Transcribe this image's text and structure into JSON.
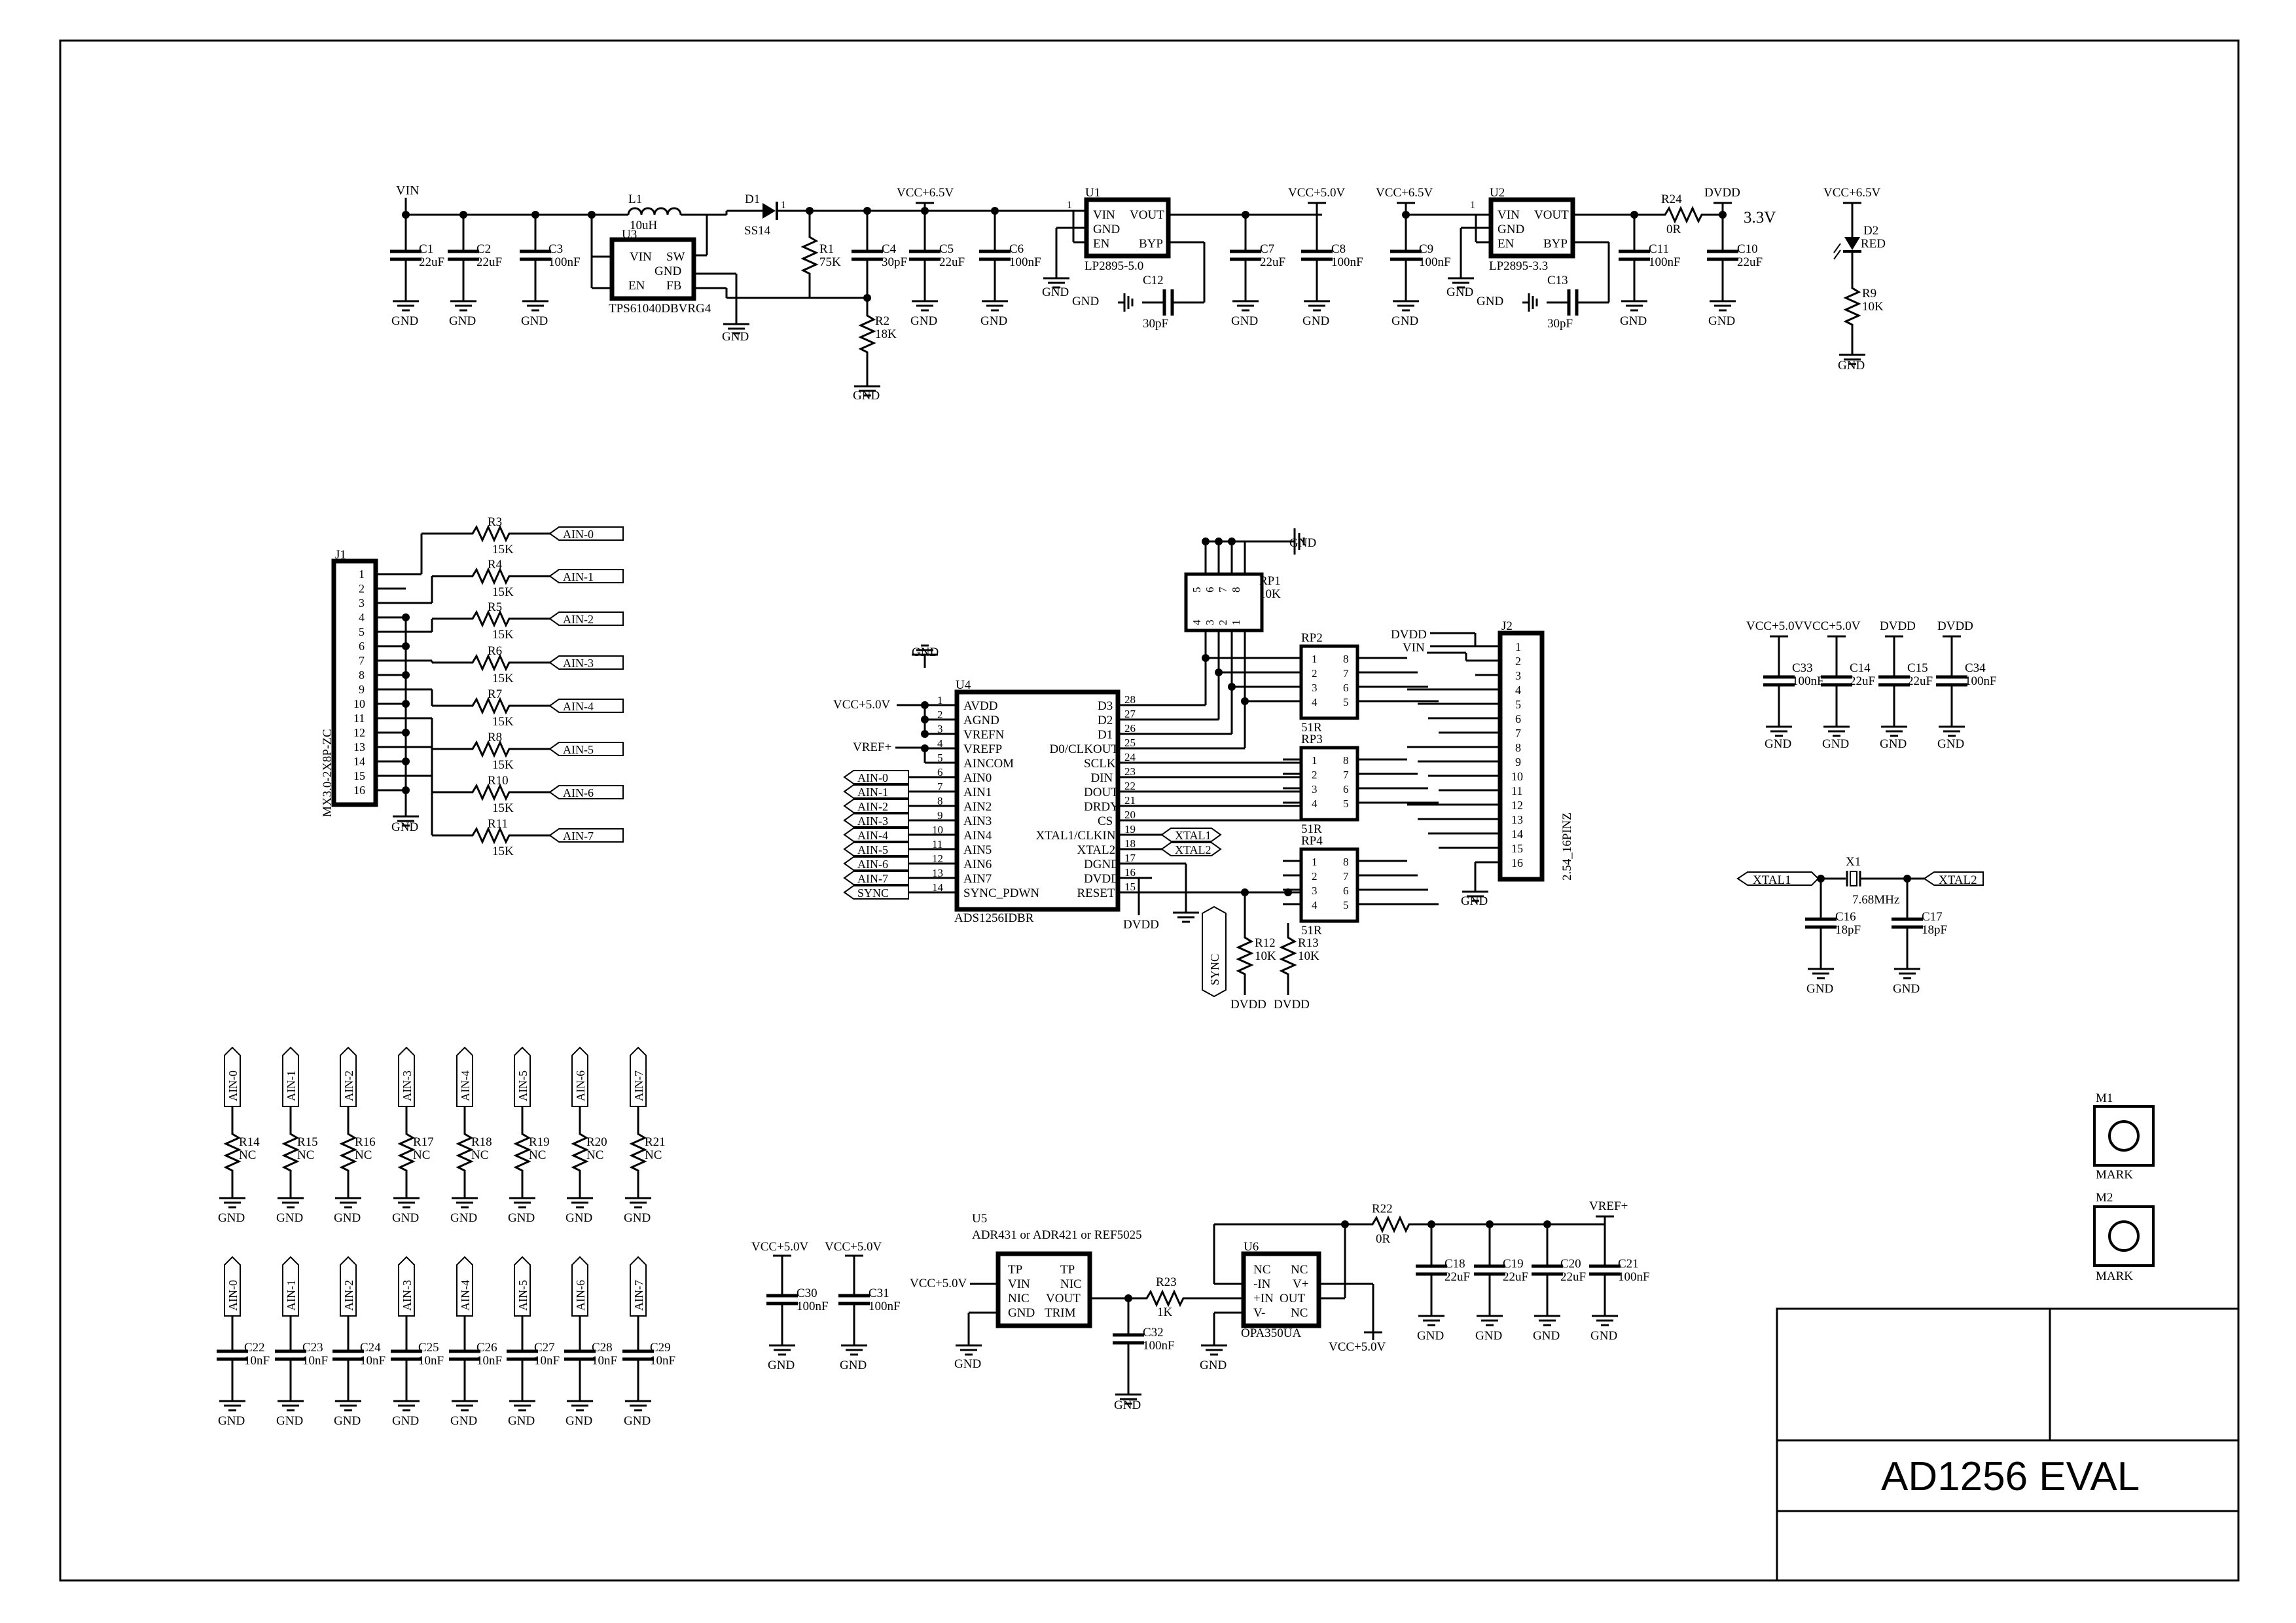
{
  "title_block": {
    "title": "AD1256 EVAL"
  },
  "power": {
    "VIN": "VIN",
    "VCC65": "VCC+6.5V",
    "VCC50": "VCC+5.0V",
    "DVDD": "DVDD",
    "VREF": "VREF+",
    "GND": "GND",
    "rail_33": "3.3V",
    "vcc5_pair": "VCC+5.0VVCC+5.0V"
  },
  "psu": {
    "C1": {
      "ref": "C1",
      "val": "22uF"
    },
    "C2": {
      "ref": "C2",
      "val": "22uF"
    },
    "C3": {
      "ref": "C3",
      "val": "100nF"
    },
    "L1": {
      "ref": "L1",
      "val": "10uH"
    },
    "U3": {
      "ref": "U3",
      "part": "TPS61040DBVRG4",
      "pins": [
        "VIN",
        "SW",
        "GND",
        "EN",
        "FB"
      ]
    },
    "D1": {
      "ref": "D1",
      "part": "SS14",
      "pin": "1"
    },
    "R1": {
      "ref": "R1",
      "val": "75K"
    },
    "R2": {
      "ref": "R2",
      "val": "18K"
    },
    "C4": {
      "ref": "C4",
      "val": "30pF"
    },
    "C5": {
      "ref": "C5",
      "val": "22uF"
    },
    "C6": {
      "ref": "C6",
      "val": "100nF"
    },
    "U1": {
      "ref": "U1",
      "part": "LP2895-5.0",
      "pins": [
        "VIN",
        "VOUT",
        "GND",
        "EN",
        "BYP"
      ],
      "pin1": "1"
    },
    "C12": {
      "ref": "C12",
      "val": "30pF"
    },
    "C7": {
      "ref": "C7",
      "val": "22uF"
    },
    "C8": {
      "ref": "C8",
      "val": "100nF"
    },
    "C9": {
      "ref": "C9",
      "val": "100nF"
    },
    "U2": {
      "ref": "U2",
      "part": "LP2895-3.3",
      "pins": [
        "VIN",
        "VOUT",
        "GND",
        "EN",
        "BYP"
      ],
      "pin1": "1"
    },
    "C13": {
      "ref": "C13",
      "val": "30pF"
    },
    "C11": {
      "ref": "C11",
      "val": "100nF"
    },
    "R24": {
      "ref": "R24",
      "val": "0R"
    },
    "C10": {
      "ref": "C10",
      "val": "22uF"
    },
    "D2": {
      "ref": "D2",
      "val": "RED"
    },
    "R9": {
      "ref": "R9",
      "val": "10K"
    }
  },
  "j1": {
    "ref": "J1",
    "part": "MX3.0-2X8P-ZC",
    "pins": [
      "1",
      "2",
      "3",
      "4",
      "5",
      "6",
      "7",
      "8",
      "9",
      "10",
      "11",
      "12",
      "13",
      "14",
      "15",
      "16"
    ],
    "resistors": [
      {
        "ref": "R3",
        "val": "15K",
        "net": "AIN-0"
      },
      {
        "ref": "R4",
        "val": "15K",
        "net": "AIN-1"
      },
      {
        "ref": "R5",
        "val": "15K",
        "net": "AIN-2"
      },
      {
        "ref": "R6",
        "val": "15K",
        "net": "AIN-3"
      },
      {
        "ref": "R7",
        "val": "15K",
        "net": "AIN-4"
      },
      {
        "ref": "R8",
        "val": "15K",
        "net": "AIN-5"
      },
      {
        "ref": "R10",
        "val": "15K",
        "net": "AIN-6"
      },
      {
        "ref": "R11",
        "val": "15K",
        "net": "AIN-7"
      }
    ]
  },
  "u4": {
    "ref": "U4",
    "part": "ADS1256IDBR",
    "left_pins": [
      {
        "num": "1",
        "name": "AVDD"
      },
      {
        "num": "2",
        "name": "AGND"
      },
      {
        "num": "3",
        "name": "VREFN"
      },
      {
        "num": "4",
        "name": "VREFP"
      },
      {
        "num": "5",
        "name": "AINCOM"
      },
      {
        "num": "6",
        "name": "AIN0"
      },
      {
        "num": "7",
        "name": "AIN1"
      },
      {
        "num": "8",
        "name": "AIN2"
      },
      {
        "num": "9",
        "name": "AIN3"
      },
      {
        "num": "10",
        "name": "AIN4"
      },
      {
        "num": "11",
        "name": "AIN5"
      },
      {
        "num": "12",
        "name": "AIN6"
      },
      {
        "num": "13",
        "name": "AIN7"
      },
      {
        "num": "14",
        "name": "SYNC_PDWN"
      }
    ],
    "right_pins": [
      {
        "num": "28",
        "name": "D3"
      },
      {
        "num": "27",
        "name": "D2"
      },
      {
        "num": "26",
        "name": "D1"
      },
      {
        "num": "25",
        "name": "D0/CLKOUT"
      },
      {
        "num": "24",
        "name": "SCLK"
      },
      {
        "num": "23",
        "name": "DIN"
      },
      {
        "num": "22",
        "name": "DOUT"
      },
      {
        "num": "21",
        "name": "DRDY"
      },
      {
        "num": "20",
        "name": "CS"
      },
      {
        "num": "19",
        "name": "XTAL1/CLKIN"
      },
      {
        "num": "18",
        "name": "XTAL2"
      },
      {
        "num": "17",
        "name": "DGND"
      },
      {
        "num": "16",
        "name": "DVDD"
      },
      {
        "num": "15",
        "name": "RESET"
      }
    ],
    "left_nets": [
      "AIN-0",
      "AIN-1",
      "AIN-2",
      "AIN-3",
      "AIN-4",
      "AIN-5",
      "AIN-6",
      "AIN-7",
      "SYNC"
    ],
    "right_nets": [
      "XTAL1",
      "XTAL2"
    ]
  },
  "rpacks": {
    "RP1": {
      "ref": "RP1",
      "val": "10K",
      "top_pins": [
        "5",
        "6",
        "7",
        "8"
      ],
      "bot_pins": [
        "4",
        "3",
        "2",
        "1"
      ]
    },
    "RP2": {
      "ref": "RP2",
      "val": "51R",
      "l": [
        "1",
        "2",
        "3",
        "4"
      ],
      "r": [
        "8",
        "7",
        "6",
        "5"
      ]
    },
    "RP3": {
      "ref": "RP3",
      "val": "51R",
      "l": [
        "1",
        "2",
        "3",
        "4"
      ],
      "r": [
        "8",
        "7",
        "6",
        "5"
      ]
    },
    "RP4": {
      "ref": "RP4",
      "val": "51R",
      "l": [
        "1",
        "2",
        "3",
        "4"
      ],
      "r": [
        "8",
        "7",
        "6",
        "5"
      ]
    },
    "R12": {
      "ref": "R12",
      "val": "10K"
    },
    "R13": {
      "ref": "R13",
      "val": "10K"
    },
    "sync_net": "SYNC"
  },
  "j2": {
    "ref": "J2",
    "part": "2.54_16PINZ",
    "pins": [
      "1",
      "2",
      "3",
      "4",
      "5",
      "6",
      "7",
      "8",
      "9",
      "10",
      "11",
      "12",
      "13",
      "14",
      "15",
      "16"
    ]
  },
  "decoupling": [
    {
      "ref": "C33",
      "val": "100nF"
    },
    {
      "ref": "C14",
      "val": "22uF"
    },
    {
      "ref": "C15",
      "val": "22uF"
    },
    {
      "ref": "C34",
      "val": "100nF"
    }
  ],
  "crystal": {
    "ref": "X1",
    "val": "7.68MHz",
    "C16": {
      "ref": "C16",
      "val": "18pF"
    },
    "C17": {
      "ref": "C17",
      "val": "18pF"
    },
    "nets": [
      "XTAL1",
      "XTAL2"
    ]
  },
  "marks": {
    "M1": {
      "ref": "M1",
      "label": "MARK"
    },
    "M2": {
      "ref": "M2",
      "label": "MARK"
    }
  },
  "ain_res": [
    {
      "net": "AIN-0",
      "ref": "R14",
      "val": "NC"
    },
    {
      "net": "AIN-1",
      "ref": "R15",
      "val": "NC"
    },
    {
      "net": "AIN-2",
      "ref": "R16",
      "val": "NC"
    },
    {
      "net": "AIN-3",
      "ref": "R17",
      "val": "NC"
    },
    {
      "net": "AIN-4",
      "ref": "R18",
      "val": "NC"
    },
    {
      "net": "AIN-5",
      "ref": "R19",
      "val": "NC"
    },
    {
      "net": "AIN-6",
      "ref": "R20",
      "val": "NC"
    },
    {
      "net": "AIN-7",
      "ref": "R21",
      "val": "NC"
    }
  ],
  "ain_caps": [
    {
      "net": "AIN-0",
      "ref": "C22",
      "val": "10nF"
    },
    {
      "net": "AIN-1",
      "ref": "C23",
      "val": "10nF"
    },
    {
      "net": "AIN-2",
      "ref": "C24",
      "val": "10nF"
    },
    {
      "net": "AIN-3",
      "ref": "C25",
      "val": "10nF"
    },
    {
      "net": "AIN-4",
      "ref": "C26",
      "val": "10nF"
    },
    {
      "net": "AIN-5",
      "ref": "C27",
      "val": "10nF"
    },
    {
      "net": "AIN-6",
      "ref": "C28",
      "val": "10nF"
    },
    {
      "net": "AIN-7",
      "ref": "C29",
      "val": "10nF"
    }
  ],
  "ref_section": {
    "C30": {
      "ref": "C30",
      "val": "100nF"
    },
    "C31": {
      "ref": "C31",
      "val": "100nF"
    },
    "U5": {
      "ref": "U5",
      "part": "ADR431 or ADR421 or REF5025",
      "pins": [
        "TP",
        "TP",
        "VIN",
        "NIC",
        "NIC",
        "VOUT",
        "GND",
        "TRIM"
      ]
    },
    "R23": {
      "ref": "R23",
      "val": "1K"
    },
    "C32": {
      "ref": "C32",
      "val": "100nF"
    },
    "U6": {
      "ref": "U6",
      "part": "OPA350UA",
      "pins": [
        "NC",
        "NC",
        "-IN",
        "V+",
        "+IN",
        "OUT",
        "V-",
        "NC"
      ]
    },
    "R22": {
      "ref": "R22",
      "val": "0R"
    },
    "C18": {
      "ref": "C18",
      "val": "22uF"
    },
    "C19": {
      "ref": "C19",
      "val": "22uF"
    },
    "C20": {
      "ref": "C20",
      "val": "22uF"
    },
    "C21": {
      "ref": "C21",
      "val": "100nF"
    }
  }
}
